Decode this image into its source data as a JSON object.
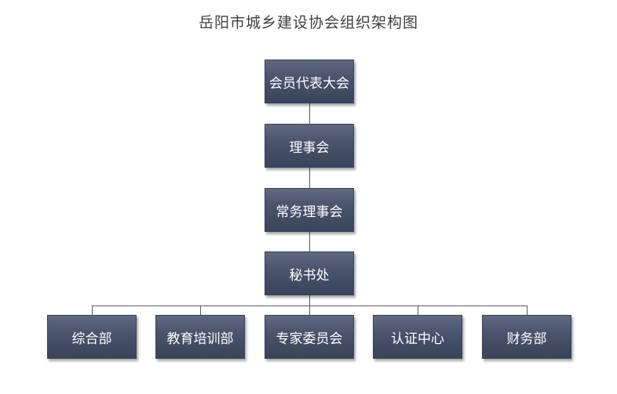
{
  "title": "岳阳市城乡建设协会组织架构图",
  "nodes": {
    "congress": "会员代表大会",
    "council": "理事会",
    "standing_council": "常务理事会",
    "secretariat": "秘书处"
  },
  "departments": [
    "综合部",
    "教育培训部",
    "专家委员会",
    "认证中心",
    "财务部"
  ]
}
